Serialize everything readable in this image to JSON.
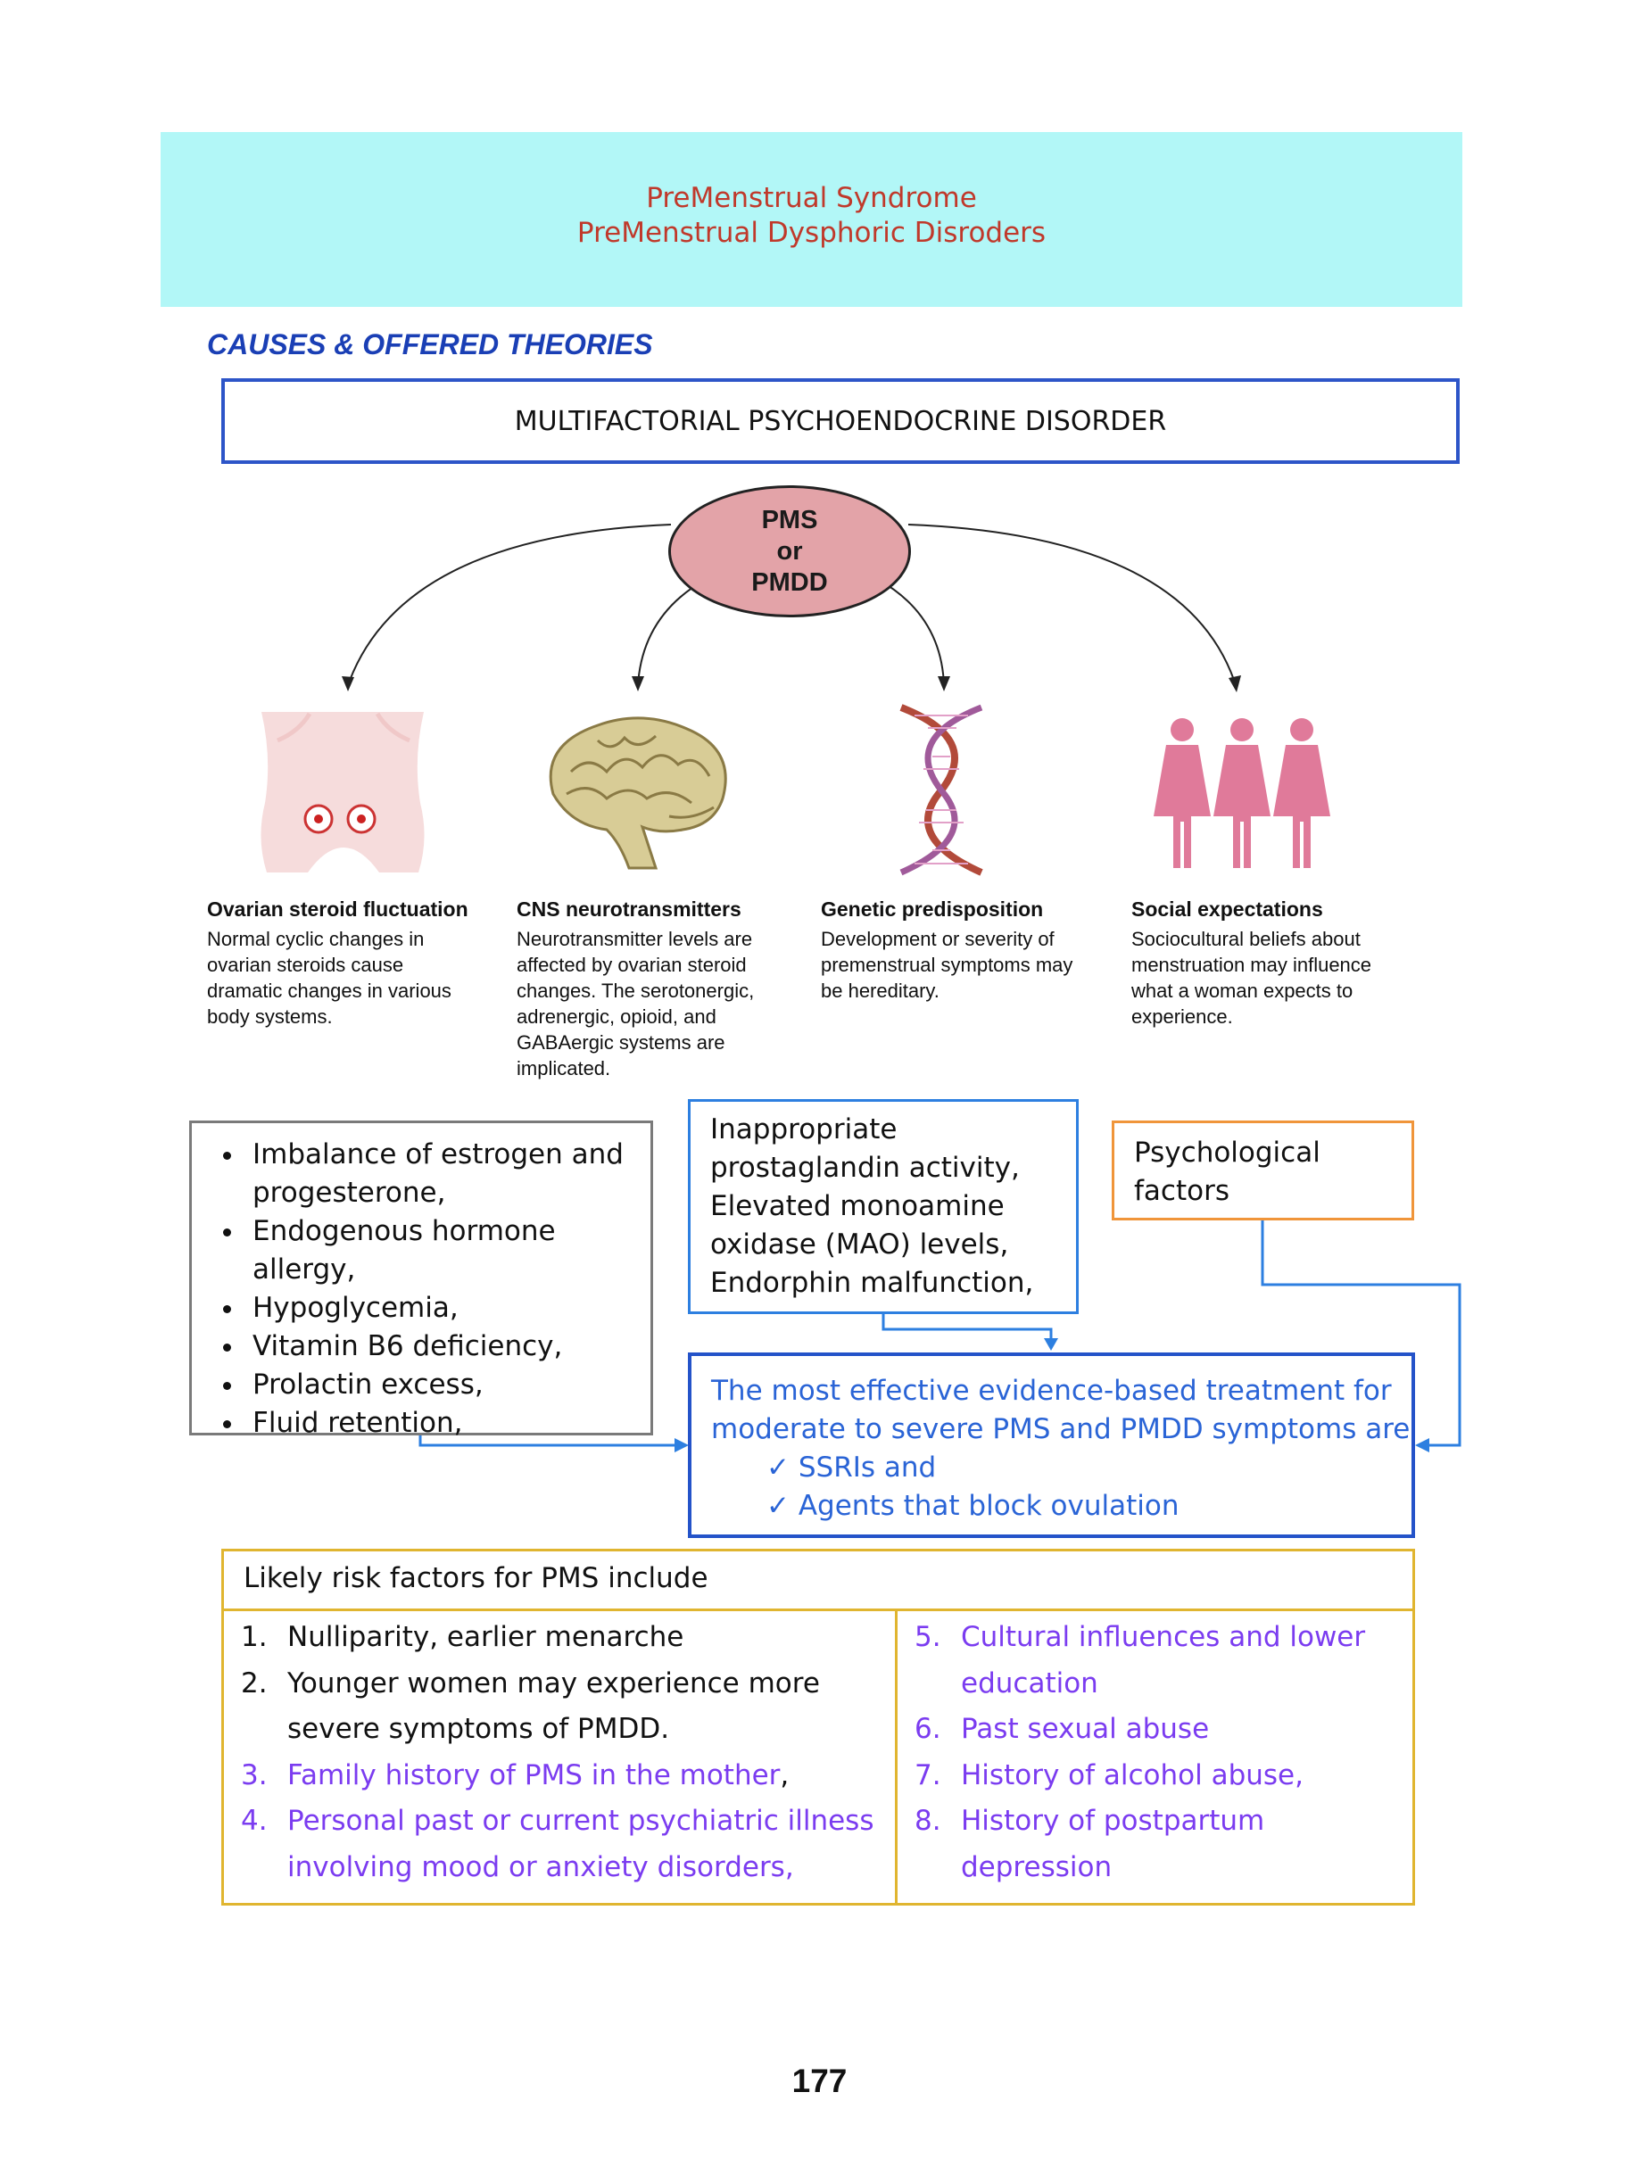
{
  "header": {
    "line1": "PreMenstrual Syndrome",
    "line2": "PreMenstrual Dysphoric Disroders"
  },
  "section_heading": "CAUSES & OFFERED THEORIES",
  "multifactorial": "MULTIFACTORIAL PSYCHOENDOCRINE DISORDER",
  "center_node": {
    "line1": "PMS",
    "line2": "or",
    "line3": "PMDD"
  },
  "causes": [
    {
      "title": "Ovarian steroid fluctuation",
      "text": "Normal cyclic changes in ovarian steroids cause dramatic changes in various body systems."
    },
    {
      "title": "CNS neurotransmitters",
      "text": "Neurotransmitter levels are affected by ovarian steroid changes. The serotonergic, adrenergic, opioid, and GABAergic systems are implicated."
    },
    {
      "title": "Genetic predisposition",
      "text": "Development or severity of premenstrual symptoms may be hereditary."
    },
    {
      "title": "Social expectations",
      "text": "Sociocultural beliefs about menstruation may influence what a woman expects to experience."
    }
  ],
  "endocrine_box": {
    "items": [
      "Imbalance of estrogen and progesterone,",
      "Endogenous hormone allergy,",
      "Hypoglycemia,",
      "Vitamin  B6 deficiency,",
      "Prolactin excess,",
      "Fluid retention,"
    ]
  },
  "neuro_box": {
    "lines": [
      "Inappropriate",
      "prostaglandin activity,",
      "Elevated monoamine",
      "oxidase (MAO) levels,",
      "Endorphin malfunction,"
    ]
  },
  "psych_box": {
    "lines": [
      "Psychological",
      "factors"
    ]
  },
  "treatment": {
    "line1": "The most effective evidence-based treatment for",
    "line2": "moderate to severe PMS and PMDD symptoms are",
    "checks": [
      "SSRIs and",
      "Agents that block ovulation"
    ],
    "check_symbol": "✓"
  },
  "risk": {
    "heading": "Likely risk factors for PMS include",
    "left": [
      {
        "num": "1.",
        "text": "Nulliparity, earlier menarche"
      },
      {
        "num": "2.",
        "text": "Younger women may experience more severe symptoms of PMDD."
      },
      {
        "num": "3.",
        "text": "Family history of PMS in the mother",
        "suffix": ","
      },
      {
        "num": "4.",
        "text": "Personal past or current psychiatric illness involving mood or anxiety disorders,"
      }
    ],
    "right": [
      {
        "num": "5.",
        "text": "Cultural influences and lower education"
      },
      {
        "num": "6.",
        "text": "Past sexual abuse"
      },
      {
        "num": "7.",
        "text": "History of alcohol abuse,"
      },
      {
        "num": "8.",
        "text": "History of postpartum depression"
      }
    ]
  },
  "page_number": "177",
  "colors": {
    "header_bg": "#b2f7f7",
    "header_text": "#c0392b",
    "heading_blue": "#1a3fb5",
    "treatment_blue": "#2a64d6",
    "purple": "#7b3cf0",
    "orange": "#f0953a",
    "gold": "#e0b530",
    "node_pink": "#e3a3a8",
    "figure_pink": "#e07a9a"
  },
  "icons": [
    "pelvis-icon",
    "brain-icon",
    "dna-icon",
    "women-figures-icon"
  ]
}
